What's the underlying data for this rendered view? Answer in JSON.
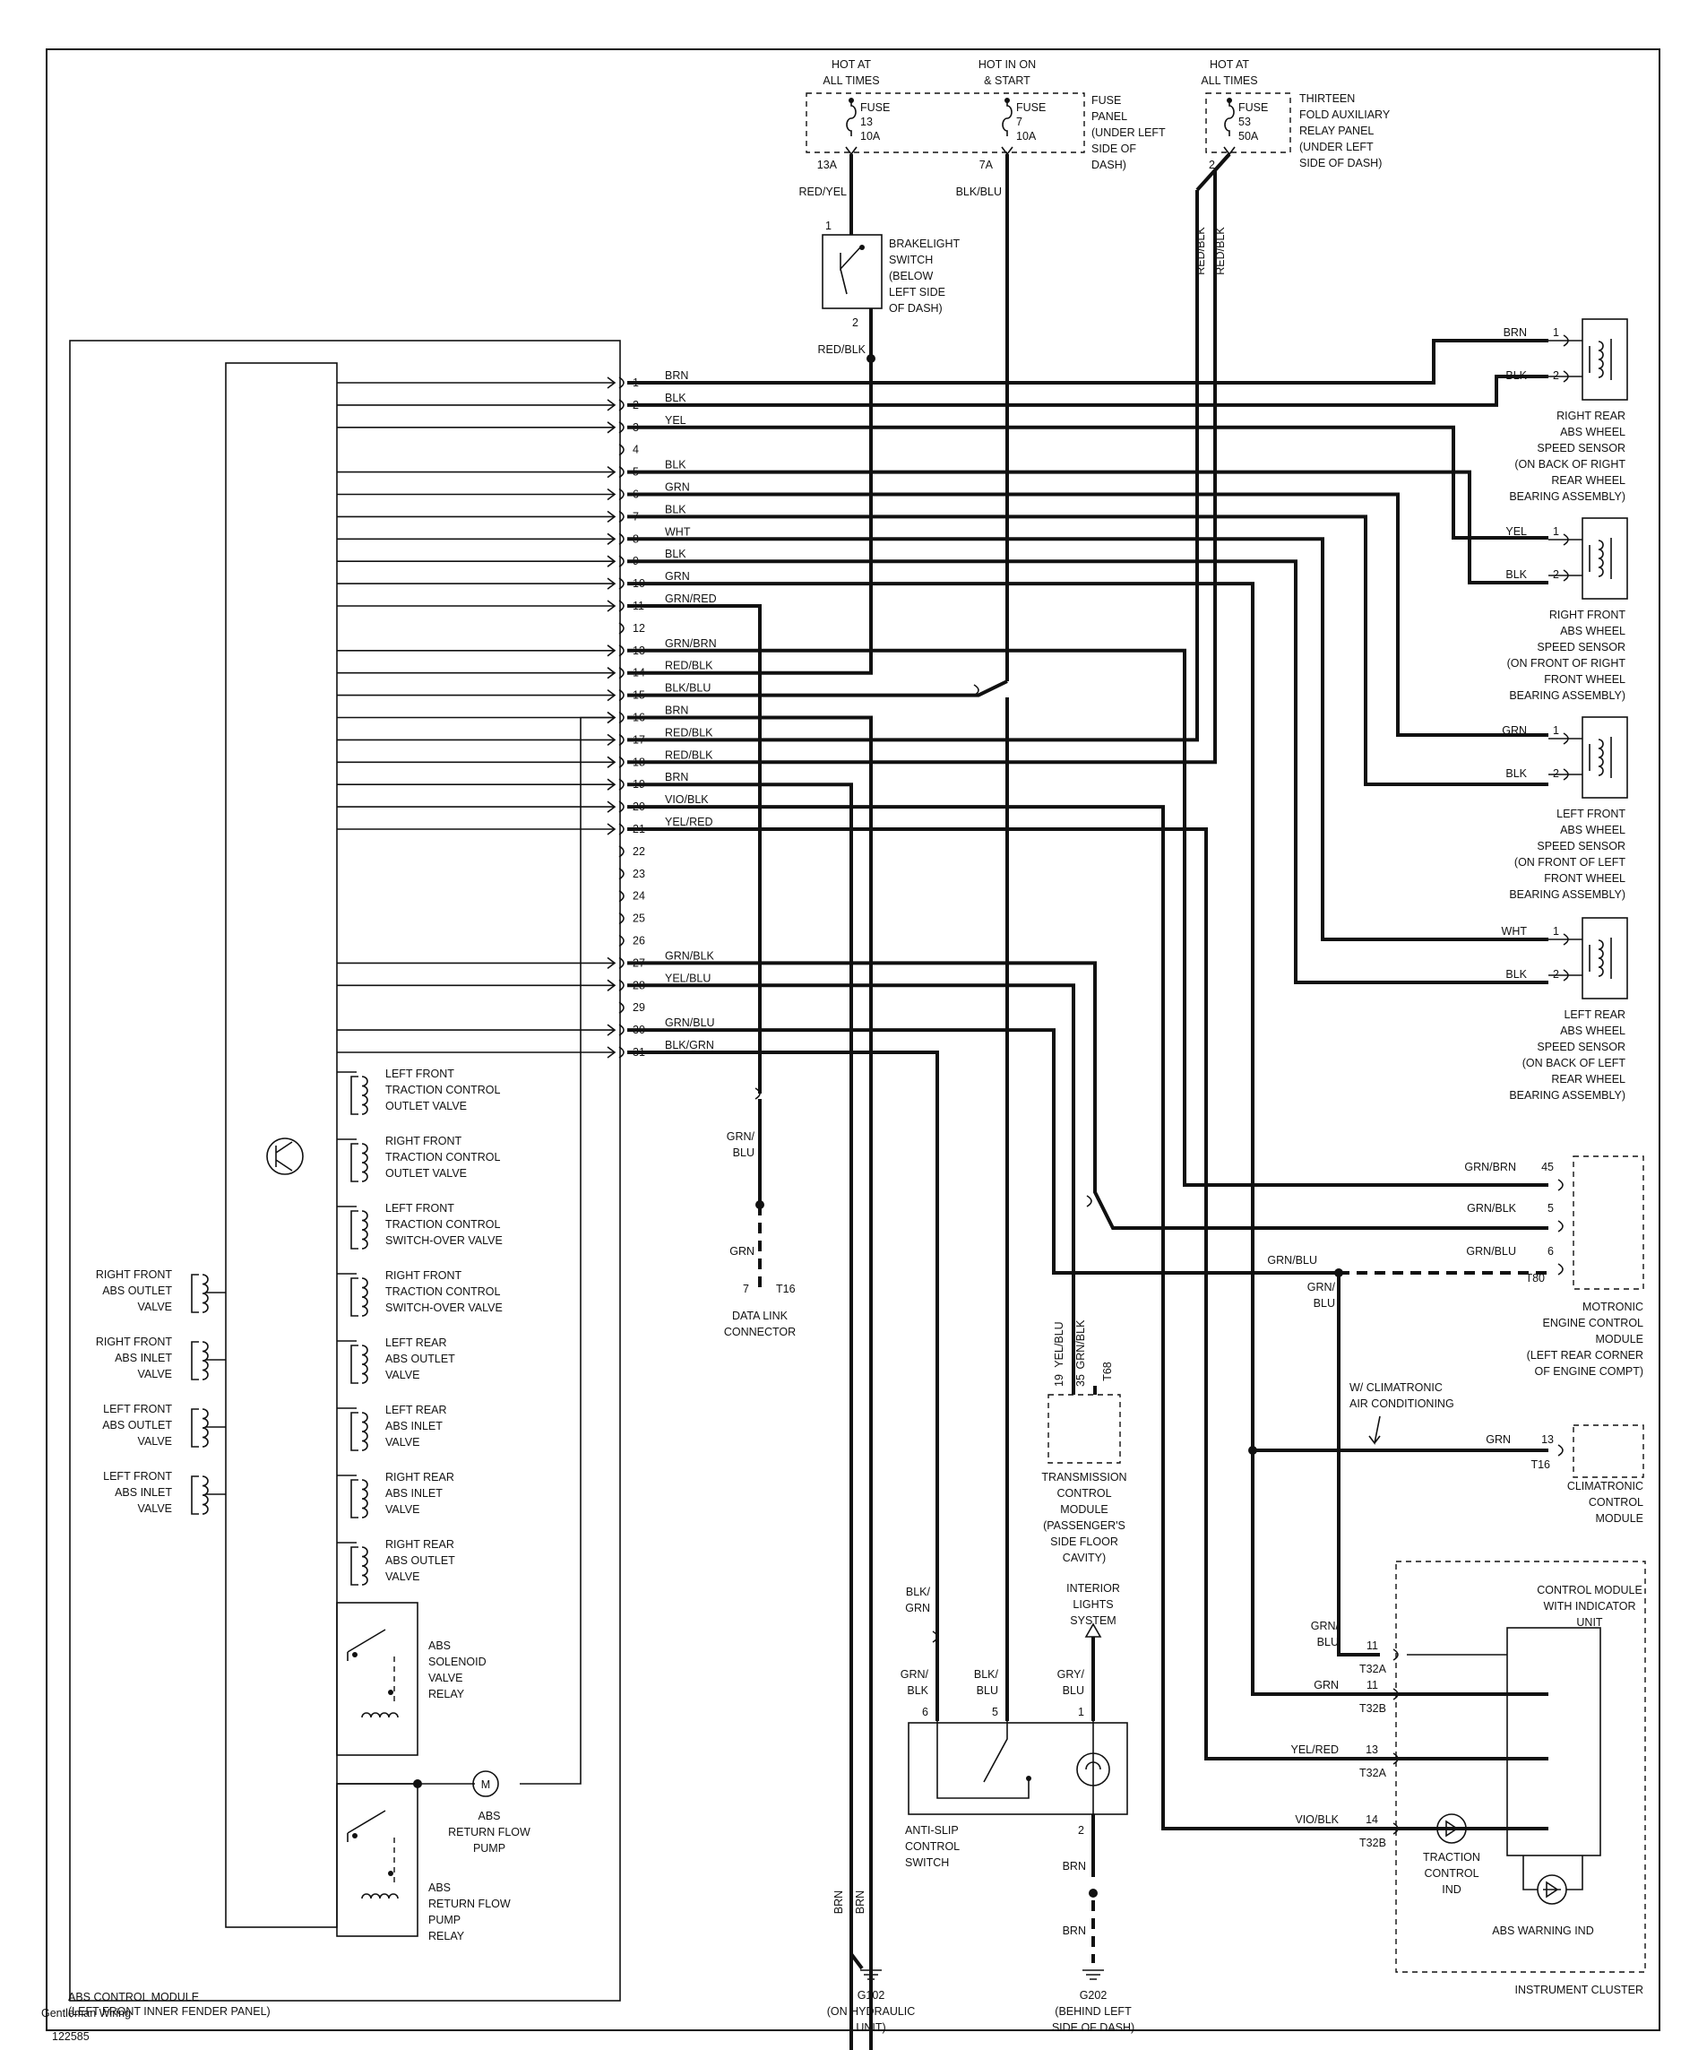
{
  "doc_id": "122585",
  "watermark": "Gentleman Wiring",
  "fuses": [
    {
      "supply": [
        "HOT AT",
        "ALL TIMES"
      ],
      "fuse": [
        "FUSE",
        "13",
        "10A"
      ],
      "terminal": "13A",
      "wire": "RED/YEL"
    },
    {
      "supply": [
        "HOT IN ON",
        "& START"
      ],
      "fuse": [
        "FUSE",
        "7",
        "10A"
      ],
      "terminal": "7A",
      "wire": "BLK/BLU"
    },
    {
      "supply": [
        "HOT AT",
        "ALL TIMES"
      ],
      "fuse": [
        "FUSE",
        "53",
        "50A"
      ],
      "terminal": "2",
      "wire": "RED/BLK"
    }
  ],
  "fuse_panel_label": [
    "FUSE",
    "PANEL",
    "(UNDER LEFT",
    "SIDE OF",
    "DASH)"
  ],
  "relay_panel_label": [
    "THIRTEEN",
    "FOLD AUXILIARY",
    "RELAY PANEL",
    "(UNDER LEFT",
    "SIDE OF DASH)"
  ],
  "brakelight_switch": {
    "label": [
      "BRAKELIGHT",
      "SWITCH",
      "(BELOW",
      "LEFT SIDE",
      "OF DASH)"
    ],
    "pin_in": "1",
    "pin_out": "2",
    "out_wire": "RED/BLK"
  },
  "abs_module": {
    "label": [
      "ABS CONTROL MODULE",
      "(LEFT FRONT INNER FENDER PANEL)"
    ]
  },
  "connector_pins": [
    {
      "n": "1",
      "wire": "BRN"
    },
    {
      "n": "2",
      "wire": "BLK"
    },
    {
      "n": "3",
      "wire": "YEL"
    },
    {
      "n": "4",
      "wire": ""
    },
    {
      "n": "5",
      "wire": "BLK"
    },
    {
      "n": "6",
      "wire": "GRN"
    },
    {
      "n": "7",
      "wire": "BLK"
    },
    {
      "n": "8",
      "wire": "WHT"
    },
    {
      "n": "9",
      "wire": "BLK"
    },
    {
      "n": "10",
      "wire": "GRN"
    },
    {
      "n": "11",
      "wire": "GRN/RED"
    },
    {
      "n": "12",
      "wire": ""
    },
    {
      "n": "13",
      "wire": "GRN/BRN"
    },
    {
      "n": "14",
      "wire": "RED/BLK"
    },
    {
      "n": "15",
      "wire": "BLK/BLU"
    },
    {
      "n": "16",
      "wire": "BRN"
    },
    {
      "n": "17",
      "wire": "RED/BLK"
    },
    {
      "n": "18",
      "wire": "RED/BLK"
    },
    {
      "n": "19",
      "wire": "BRN"
    },
    {
      "n": "20",
      "wire": "VIO/BLK"
    },
    {
      "n": "21",
      "wire": "YEL/RED"
    },
    {
      "n": "22",
      "wire": ""
    },
    {
      "n": "23",
      "wire": ""
    },
    {
      "n": "24",
      "wire": ""
    },
    {
      "n": "25",
      "wire": ""
    },
    {
      "n": "26",
      "wire": ""
    },
    {
      "n": "27",
      "wire": "GRN/BLK"
    },
    {
      "n": "28",
      "wire": "YEL/BLU"
    },
    {
      "n": "29",
      "wire": ""
    },
    {
      "n": "30",
      "wire": "GRN/BLU"
    },
    {
      "n": "31",
      "wire": "BLK/GRN"
    }
  ],
  "internal_valves": [
    [
      "LEFT FRONT",
      "TRACTION CONTROL",
      "OUTLET VALVE"
    ],
    [
      "RIGHT FRONT",
      "TRACTION CONTROL",
      "OUTLET VALVE"
    ],
    [
      "LEFT FRONT",
      "TRACTION CONTROL",
      "SWITCH-OVER VALVE"
    ],
    [
      "RIGHT FRONT",
      "TRACTION CONTROL",
      "SWITCH-OVER VALVE"
    ],
    [
      "LEFT REAR",
      "ABS OUTLET",
      "VALVE"
    ],
    [
      "LEFT REAR",
      "ABS INLET",
      "VALVE"
    ],
    [
      "RIGHT REAR",
      "ABS INLET",
      "VALVE"
    ],
    [
      "RIGHT REAR",
      "ABS OUTLET",
      "VALVE"
    ]
  ],
  "left_valves": [
    [
      "RIGHT FRONT",
      "ABS OUTLET",
      "VALVE"
    ],
    [
      "RIGHT FRONT",
      "ABS INLET",
      "VALVE"
    ],
    [
      "LEFT FRONT",
      "ABS OUTLET",
      "VALVE"
    ],
    [
      "LEFT FRONT",
      "ABS INLET",
      "VALVE"
    ]
  ],
  "relays": {
    "solenoid": [
      "ABS",
      "SOLENOID",
      "VALVE",
      "RELAY"
    ],
    "pump_motor": [
      "ABS",
      "RETURN FLOW",
      "PUMP"
    ],
    "pump_relay": [
      "ABS",
      "RETURN FLOW",
      "PUMP",
      "RELAY"
    ],
    "motor_symbol": "M"
  },
  "speed_sensors": [
    {
      "pins": [
        {
          "n": "1",
          "wire": "BRN"
        },
        {
          "n": "2",
          "wire": "BLK"
        }
      ],
      "label": [
        "RIGHT REAR",
        "ABS WHEEL",
        "SPEED SENSOR",
        "(ON BACK OF RIGHT",
        "REAR WHEEL",
        "BEARING ASSEMBLY)"
      ]
    },
    {
      "pins": [
        {
          "n": "1",
          "wire": "YEL"
        },
        {
          "n": "2",
          "wire": "BLK"
        }
      ],
      "label": [
        "RIGHT FRONT",
        "ABS WHEEL",
        "SPEED SENSOR",
        "(ON FRONT OF RIGHT",
        "FRONT WHEEL",
        "BEARING ASSEMBLY)"
      ]
    },
    {
      "pins": [
        {
          "n": "1",
          "wire": "GRN"
        },
        {
          "n": "2",
          "wire": "BLK"
        }
      ],
      "label": [
        "LEFT FRONT",
        "ABS WHEEL",
        "SPEED SENSOR",
        "(ON FRONT OF LEFT",
        "FRONT WHEEL",
        "BEARING ASSEMBLY)"
      ]
    },
    {
      "pins": [
        {
          "n": "1",
          "wire": "WHT"
        },
        {
          "n": "2",
          "wire": "BLK"
        }
      ],
      "label": [
        "LEFT REAR",
        "ABS WHEEL",
        "SPEED SENSOR",
        "(ON BACK OF LEFT",
        "REAR WHEEL",
        "BEARING ASSEMBLY)"
      ]
    }
  ],
  "motronic": {
    "pins": [
      {
        "n": "45",
        "wire": "GRN/BRN"
      },
      {
        "n": "5",
        "wire": "GRN/BLK"
      },
      {
        "n": "6",
        "wire": "GRN/BLU"
      }
    ],
    "connector": "T80",
    "label": [
      "MOTRONIC",
      "ENGINE CONTROL",
      "MODULE",
      "(LEFT REAR CORNER",
      "OF ENGINE COMPT)"
    ],
    "splice_wire": "GRN/BLU",
    "drop_wire": [
      "GRN/",
      "BLU"
    ]
  },
  "climatronic": {
    "note": [
      "W/ CLIMATRONIC",
      "AIR CONDITIONING"
    ],
    "pin": "13",
    "wire": "GRN",
    "connector": "T16",
    "label": [
      "CLIMATRONIC",
      "CONTROL",
      "MODULE"
    ]
  },
  "data_link": {
    "wire_top": [
      "GRN/",
      "BLU"
    ],
    "wire_bottom": "GRN",
    "pin": "7",
    "connector": "T16",
    "label": [
      "DATA LINK",
      "CONNECTOR"
    ]
  },
  "transmission": {
    "pins": [
      {
        "n": "19",
        "wire": "YEL/BLU"
      },
      {
        "n": "35",
        "wire": "GRN/BLK"
      }
    ],
    "connector": "T68",
    "label": [
      "TRANSMISSION",
      "CONTROL",
      "MODULE",
      "(PASSENGER'S",
      "SIDE FLOOR",
      "CAVITY)"
    ]
  },
  "anti_slip": {
    "label": [
      "ANTI-SLIP",
      "CONTROL",
      "SWITCH"
    ],
    "pins": [
      {
        "n": "6",
        "wire": [
          "GRN/",
          "BLK"
        ]
      },
      {
        "n": "5",
        "wire": [
          "BLK/",
          "BLU"
        ]
      },
      {
        "n": "1",
        "wire": [
          "GRY/",
          "BLU"
        ]
      },
      {
        "n": "2",
        "wire": "BRN"
      }
    ],
    "upper_wire": [
      "BLK/",
      "GRN"
    ]
  },
  "interior_lights": [
    "INTERIOR",
    "LIGHTS",
    "SYSTEM"
  ],
  "grounds": [
    {
      "wire": "BRN",
      "label": [
        "G102",
        "(ON HYDRAULIC",
        "UNIT)"
      ]
    },
    {
      "wire": "BRN",
      "label": [
        "G202",
        "(BEHIND LEFT",
        "SIDE OF DASH)"
      ]
    }
  ],
  "instrument_cluster": {
    "label": "INSTRUMENT CLUSTER",
    "module": [
      "CONTROL MODULE",
      "WITH INDICATOR",
      "UNIT"
    ],
    "pins": [
      {
        "wire": [
          "GRN/",
          "BLU"
        ],
        "n": "11",
        "conn": "T32A"
      },
      {
        "wire": "GRN",
        "n": "11",
        "conn": "T32B"
      },
      {
        "wire": "YEL/RED",
        "n": "13",
        "conn": "T32A"
      },
      {
        "wire": "VIO/BLK",
        "n": "14",
        "conn": "T32B"
      }
    ],
    "traction_ind": [
      "TRACTION",
      "CONTROL",
      "IND"
    ],
    "abs_ind": "ABS WARNING IND"
  }
}
